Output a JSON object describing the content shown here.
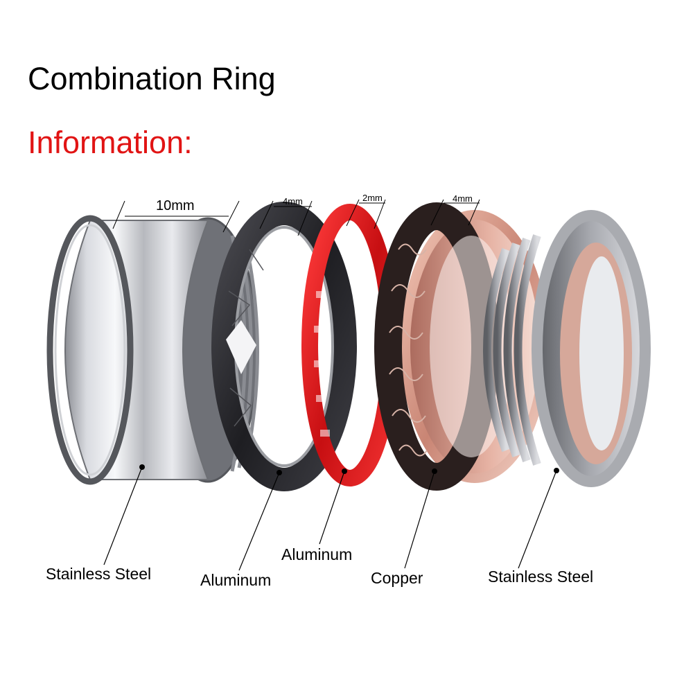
{
  "title": "Combination Ring",
  "subtitle": "Information:",
  "colors": {
    "subtitle": "#e11414",
    "steel": "#c8c8cc",
    "black_ring": "#2b2b2e",
    "red_ring": "#e01c1c",
    "rose_gold": "#d9a08f"
  },
  "dimensions": {
    "outer_width": "10mm",
    "black_ring": "4mm",
    "red_ring": "2mm",
    "copper_ring": "4mm"
  },
  "materials": {
    "outer_shell": "Stainless Steel",
    "black_ring": "Aluminum",
    "red_ring": "Aluminum",
    "copper_ring": "Copper",
    "inner_core": "Stainless Steel"
  }
}
